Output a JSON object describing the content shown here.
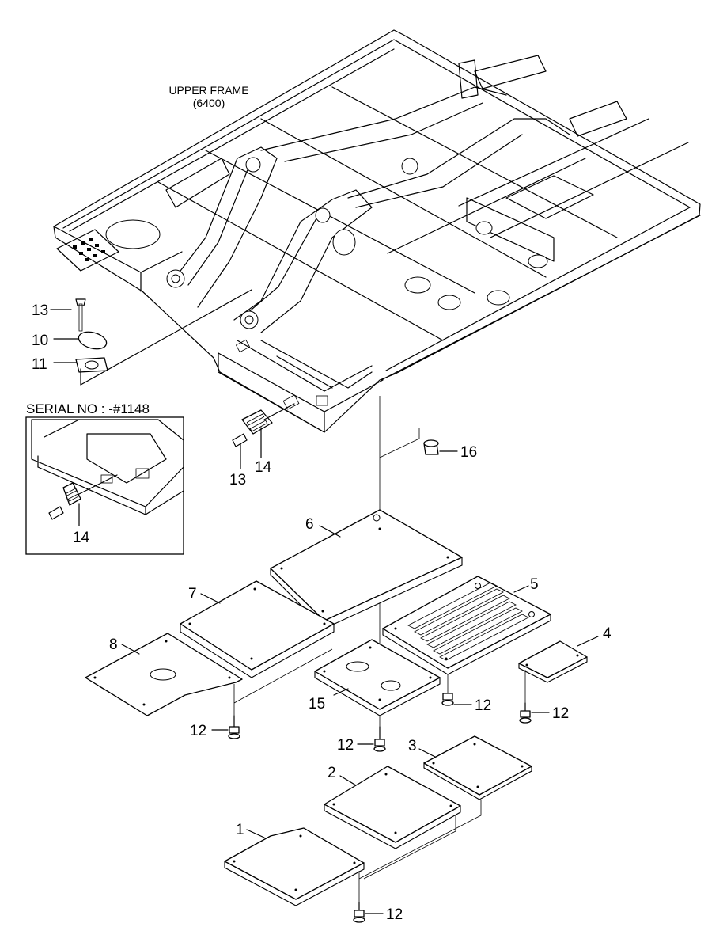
{
  "frame_label": {
    "line1": "UPPER FRAME",
    "line2": "(6400)"
  },
  "serial_label": "SERIAL NO : -#1148",
  "callouts": {
    "p1": "1",
    "p2": "2",
    "p3": "3",
    "p4": "4",
    "p5": "5",
    "p6": "6",
    "p7": "7",
    "p8": "8",
    "p10": "10",
    "p11": "11",
    "p12": "12",
    "p13": "13",
    "p14": "14",
    "p15": "15",
    "p16": "16"
  }
}
